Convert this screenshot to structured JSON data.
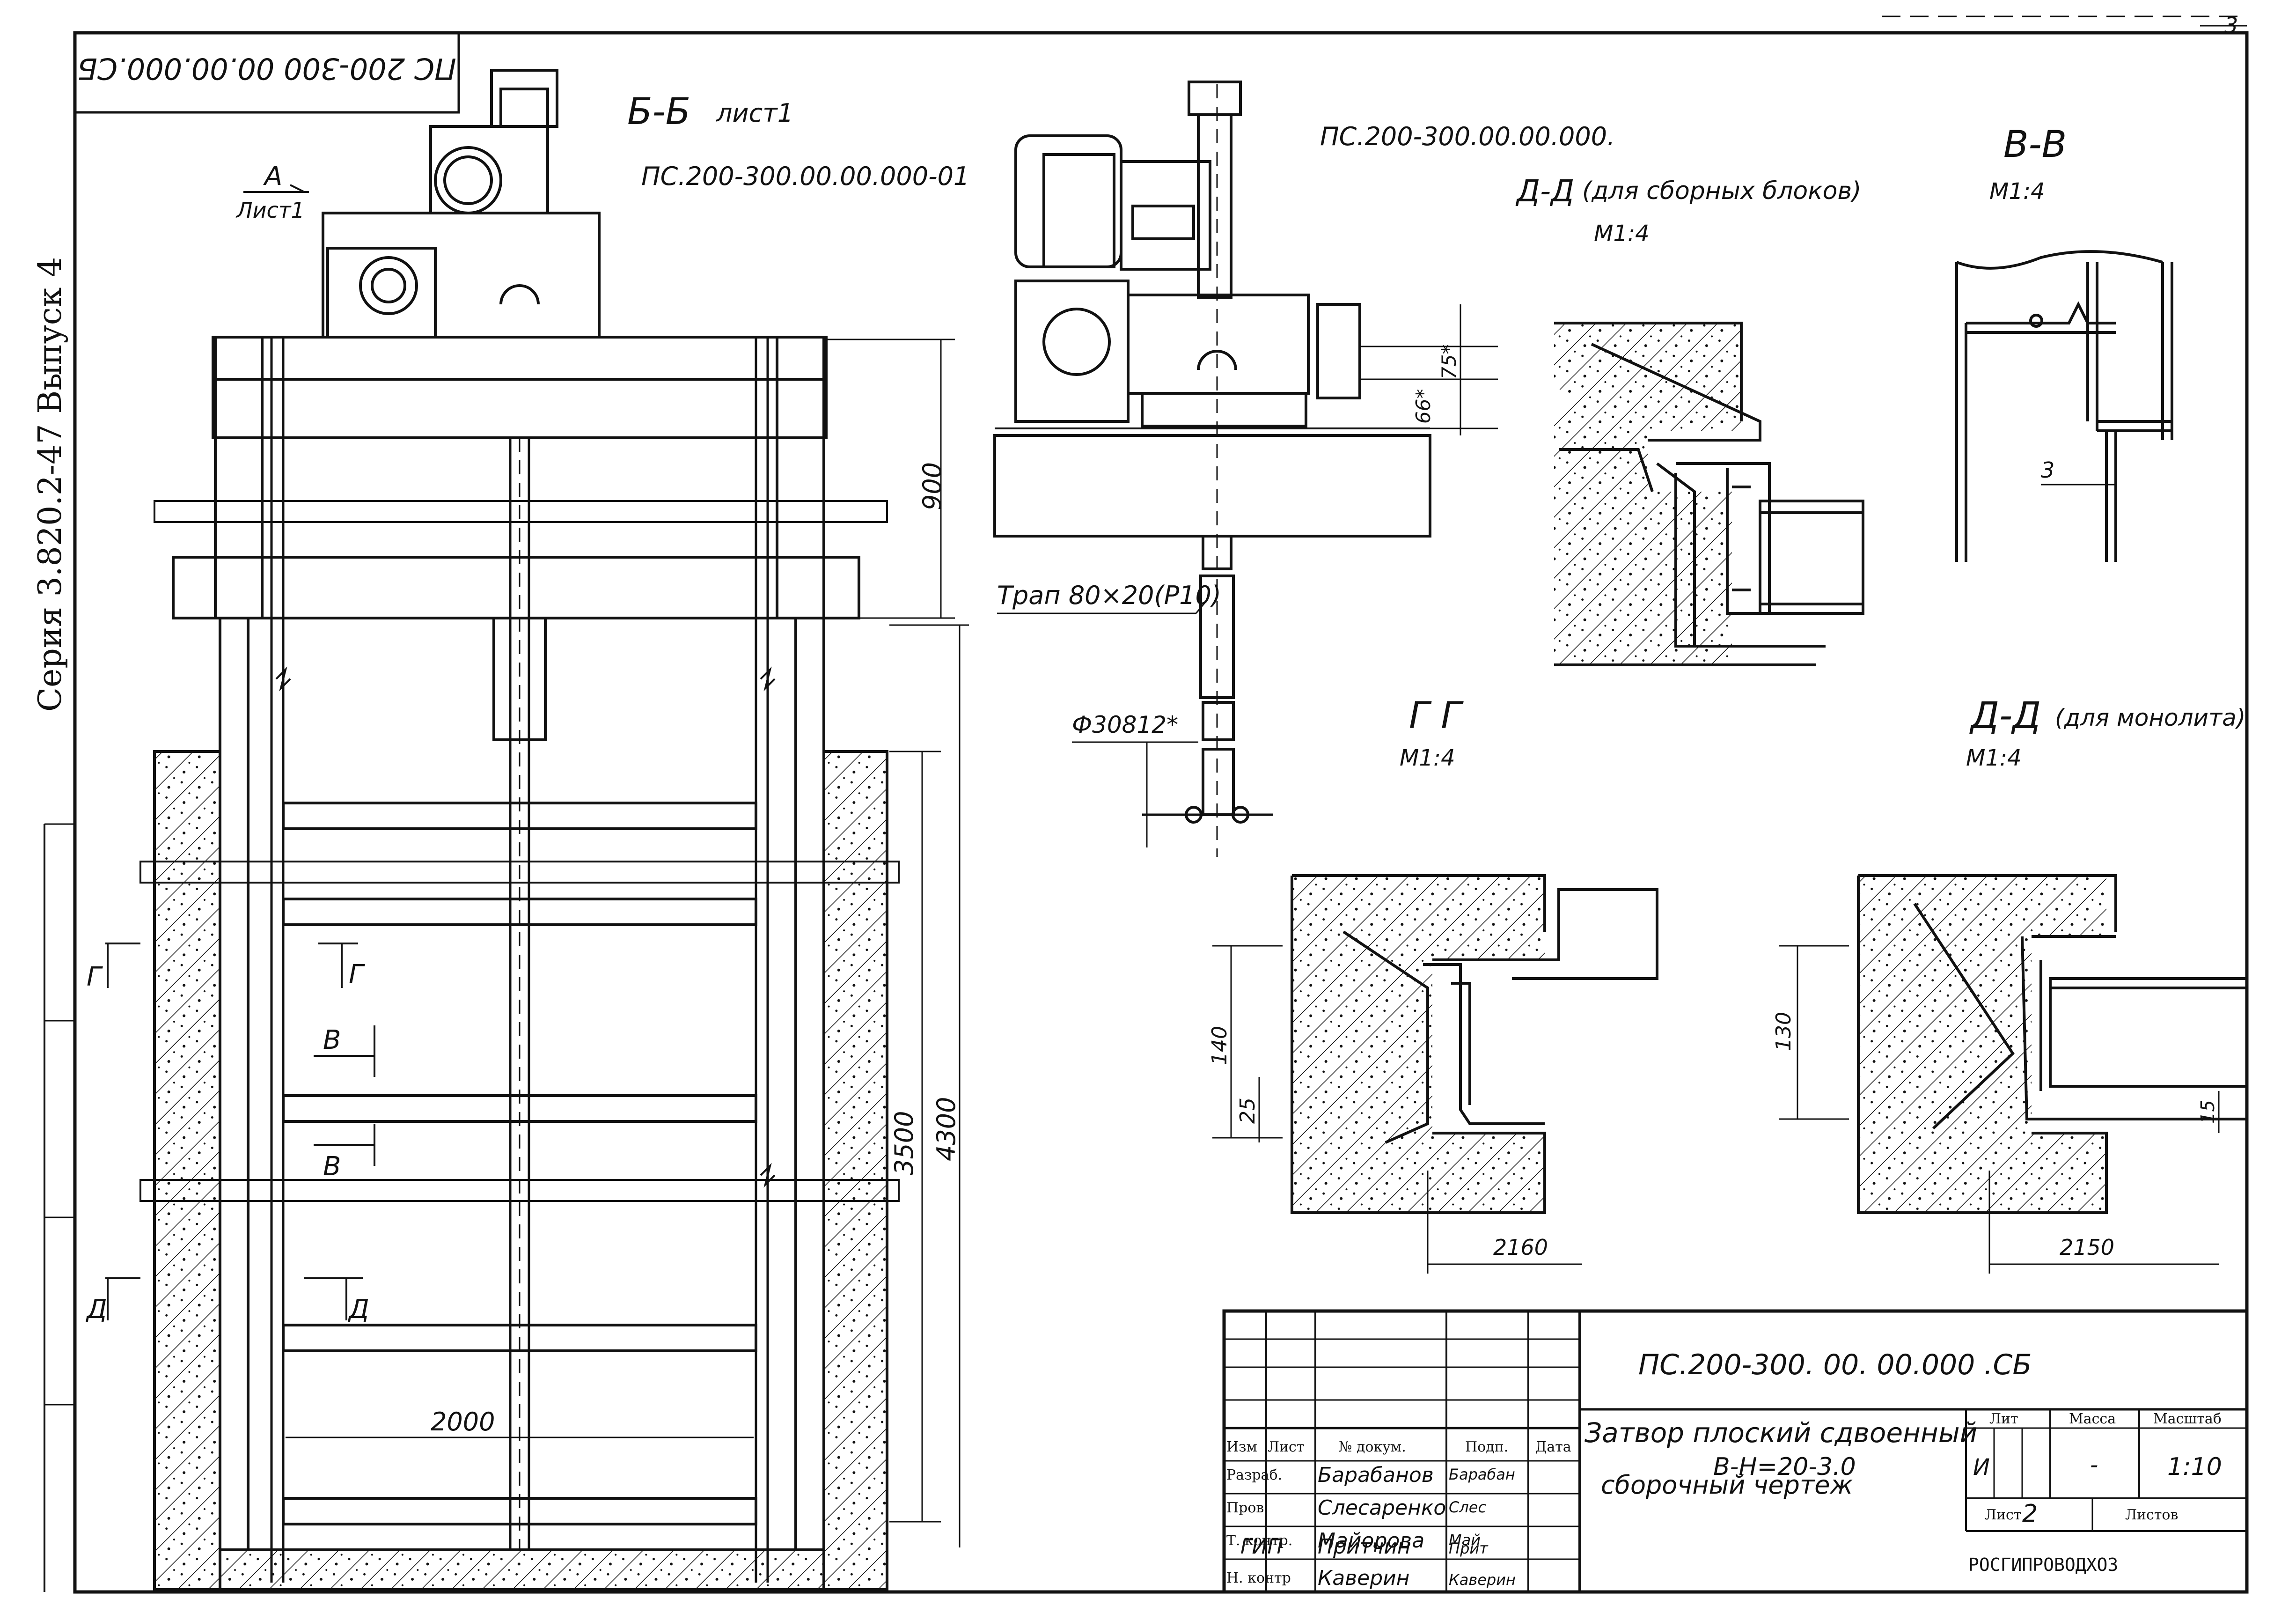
{
  "stamp_top_left": "ПС 200-300 00.00.000.СБ",
  "sheet_corner_mark": "3",
  "series_vertical": "Серия 3.820.2-47 Выпуск 4",
  "view_labels": {
    "section_b_b": "Б-Б",
    "section_b_b_note": "лист1",
    "view_a": "А",
    "view_a_note": "Лист1",
    "section_v_v": "В-В",
    "section_g_g": "Г  Г",
    "section_d_d_blocks": "Д-Д",
    "section_d_d_blocks_note": "(для сборных блоков)",
    "section_d_d_monolith": "Д-Д",
    "section_d_d_monolith_note": "(для монолита)",
    "scale_m14": "М1:4"
  },
  "cut_markers": {
    "g": "Г",
    "v": "В",
    "d": "Д"
  },
  "part_numbers": {
    "left_view": "ПС.200-300.00.00.000-01",
    "center_view": "ПС.200-300.00.00.000."
  },
  "callouts": {
    "trap": "Трап 80×20(Р10)",
    "diameter": "Ф30812*"
  },
  "dimensions": {
    "d900": "900",
    "d3500": "3500",
    "d4300": "4300",
    "d2000": "2000",
    "d75": "75*",
    "d66": "66*",
    "d3": "3",
    "d140": "140",
    "d25": "25",
    "d2160": "2160",
    "d130": "130",
    "d15": "15",
    "d2150": "2150"
  },
  "title_block": {
    "designation": "ПС.200-300. 00. 00.000 .СБ",
    "title_line1": "Затвор плоский сдвоенный",
    "title_line2": "В-Н=20-3.0",
    "title_line3": "сборочный   чертеж",
    "headers": {
      "izm": "Изм",
      "list": "Лист",
      "doc_no": "№ докум.",
      "sign": "Подп.",
      "date": "Дата"
    },
    "rows": [
      {
        "role": "Разраб.",
        "name": "Барабанов",
        "sign": "Барабан"
      },
      {
        "role": "Пров.",
        "name": "Слесаренко",
        "sign": "Слес"
      },
      {
        "role": "Т. контр.",
        "name": "Майорова",
        "sign": "Май"
      },
      {
        "role": "ГИП",
        "name": "Притчин",
        "sign": "Прит"
      },
      {
        "role": "Н. контр",
        "name": "Каверин",
        "sign": "Каверин"
      }
    ],
    "lit_label": "Лит",
    "lit_value": "И",
    "mass_label": "Масса",
    "mass_value": "-",
    "scale_label": "Масштаб",
    "scale_value": "1:10",
    "sheet_label": "Лист",
    "sheet_value": "2",
    "sheets_label": "Листов",
    "organization": "РОСГИПРОВОДХОЗ"
  },
  "colors": {
    "ink": "#111111",
    "paper": "#ffffff"
  }
}
